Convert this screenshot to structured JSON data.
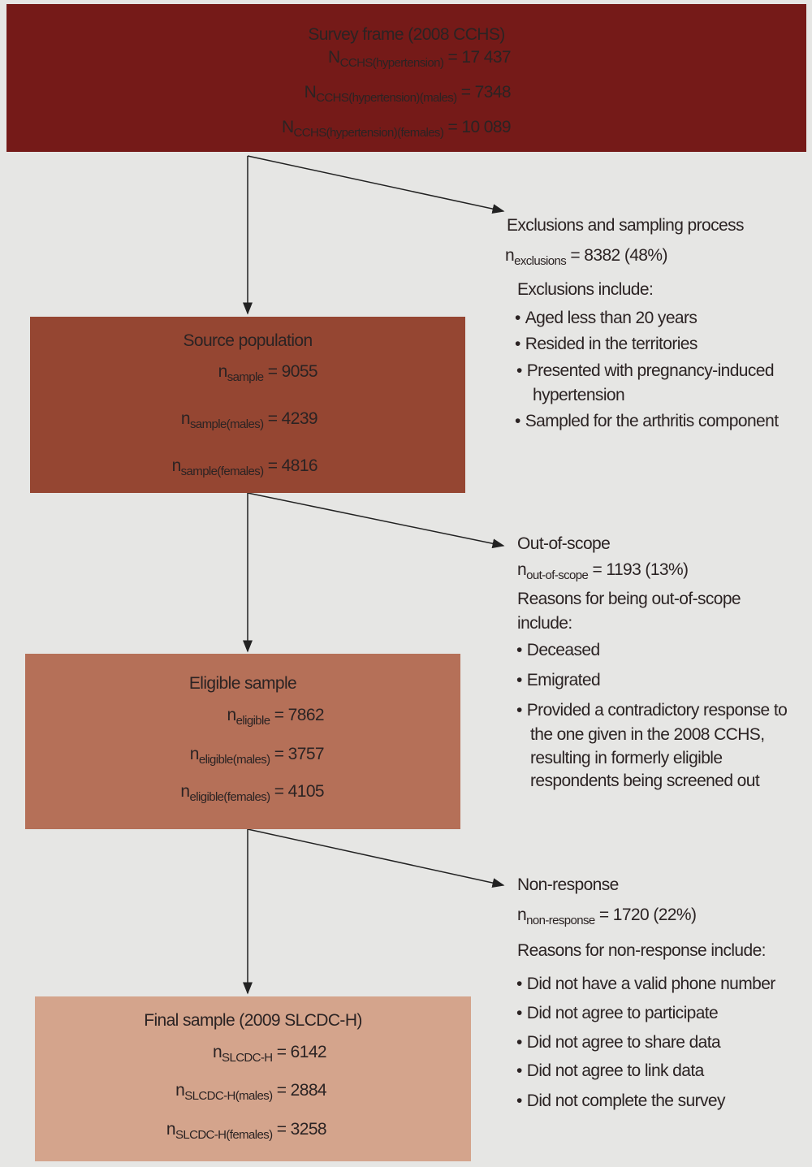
{
  "colors": {
    "background": "#e6e6e4",
    "box1": "#751a18",
    "box2": "#954632",
    "box3": "#b57058",
    "box4": "#d4a48c"
  },
  "boxes": [
    {
      "title": "Survey frame (2008 CCHS)",
      "lines": [
        {
          "sym": "N",
          "sub": "CCHS(hypertension)",
          "val": "= 17 437"
        },
        {
          "sym": "N",
          "sub": "CCHS(hypertension)(males)",
          "val": "= 7348"
        },
        {
          "sym": "N",
          "sub": "CCHS(hypertension)(females)",
          "val": "= 10 089"
        }
      ]
    },
    {
      "title": "Source population",
      "lines": [
        {
          "sym": "n",
          "sub": "sample",
          "val": "= 9055"
        },
        {
          "sym": "n",
          "sub": "sample(males)",
          "val": "= 4239"
        },
        {
          "sym": "n",
          "sub": "sample(females)",
          "val": "= 4816"
        }
      ]
    },
    {
      "title": "Eligible sample",
      "lines": [
        {
          "sym": "n",
          "sub": "eligible",
          "val": "= 7862"
        },
        {
          "sym": "n",
          "sub": "eligible(males)",
          "val": "= 3757"
        },
        {
          "sym": "n",
          "sub": "eligible(females)",
          "val": "= 4105"
        }
      ]
    },
    {
      "title": "Final sample (2009 SLCDC-H)",
      "lines": [
        {
          "sym": "n",
          "sub": "SLCDC-H",
          "val": "= 6142"
        },
        {
          "sym": "n",
          "sub": "SLCDC-H(males)",
          "val": "= 2884"
        },
        {
          "sym": "n",
          "sub": "SLCDC-H(females)",
          "val": "= 3258"
        }
      ]
    }
  ],
  "side": [
    {
      "title": "Exclusions and sampling process",
      "sym": "n",
      "sub": "exclusions",
      "val": "= 8382 (48%)",
      "intro": "Exclusions include:",
      "items": [
        "Aged less than 20 years",
        "Resided in the territories",
        "Presented with pregnancy-induced",
        "hypertension",
        "Sampled for the arthritis component"
      ]
    },
    {
      "title": "Out-of-scope",
      "sym": "n",
      "sub": "out-of-scope",
      "val": "= 1193 (13%)",
      "intro": "Reasons for being out-of-scope",
      "intro2": "include:",
      "items": [
        "Deceased",
        "Emigrated",
        "Provided a contradictory response to",
        "the one given in the 2008 CCHS,",
        "resulting in formerly eligible",
        "respondents being screened out"
      ]
    },
    {
      "title": "Non-response",
      "sym": "n",
      "sub": "non-response",
      "val": "= 1720 (22%)",
      "intro": "Reasons for non-response include:",
      "items": [
        "Did not have a valid phone number",
        "Did not agree to participate",
        "Did not agree to share data",
        "Did not agree to link data",
        "Did not complete the survey"
      ]
    }
  ]
}
